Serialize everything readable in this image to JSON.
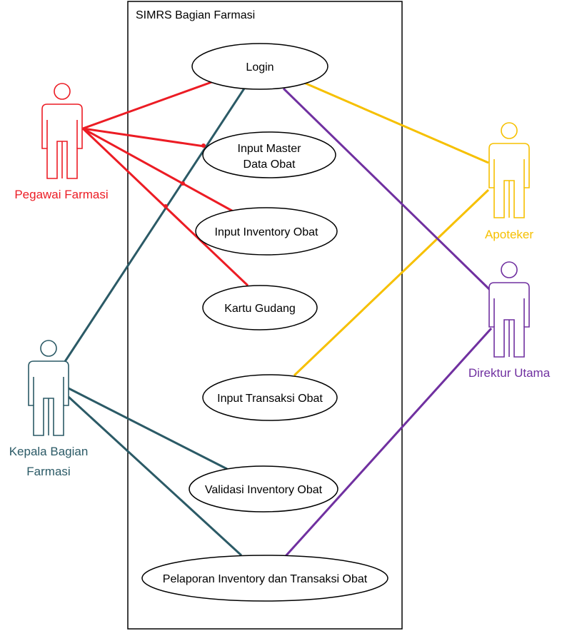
{
  "system": {
    "title": "SIMRS Bagian Farmasi"
  },
  "colors": {
    "pegawai": "#ec1c24",
    "kepala": "#2b5a66",
    "apoteker": "#f6c000",
    "direktur": "#7030a0",
    "border": "#000000"
  },
  "actors": {
    "pegawai": {
      "label": "Pegawai Farmasi"
    },
    "kepala": {
      "label_line1": "Kepala Bagian",
      "label_line2": "Farmasi"
    },
    "apoteker": {
      "label": "Apoteker"
    },
    "direktur": {
      "label": "Direktur Utama"
    }
  },
  "usecases": {
    "login": {
      "label": "Login"
    },
    "master": {
      "label_line1": "Input Master",
      "label_line2": "Data Obat"
    },
    "inventory": {
      "label": "Input Inventory Obat"
    },
    "kartu": {
      "label": "Kartu Gudang"
    },
    "transaksi": {
      "label": "Input Transaksi Obat"
    },
    "validasi": {
      "label": "Validasi Inventory Obat"
    },
    "pelaporan": {
      "label": "Pelaporan Inventory dan Transaksi Obat"
    }
  }
}
